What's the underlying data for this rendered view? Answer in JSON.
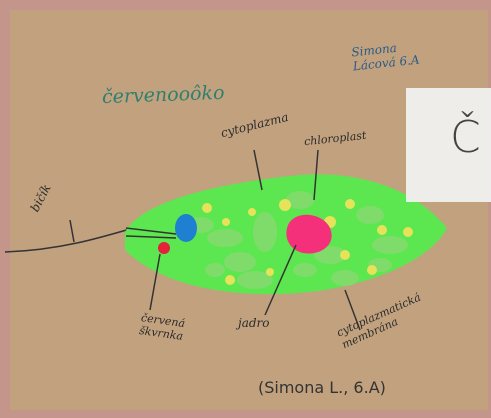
{
  "photo": {
    "title_handwritten": "červenooôko",
    "author_handwritten": "Simona\nLácová 6.A",
    "labels": {
      "cytoplasm": "cytoplazma",
      "chloroplast": "chloroplast",
      "flagellum": "bičík",
      "eyespot": "červená\nškvrnka",
      "nucleus": "jadro",
      "membrane": "cytoplazmatická\nmembrána"
    },
    "colors": {
      "paper": "#c2a27e",
      "cell": "#5ce64f",
      "nucleus": "#f5307b",
      "blue_blob": "#1f7fd0",
      "red_spot": "#e4203a",
      "chloroplast": "#7fdc6a",
      "yellow_dots": "#e6e25a",
      "frame": "#c4958a"
    }
  },
  "overlay": {
    "panel_letter": "Č",
    "caption": "(Simona L., 6.A)"
  }
}
